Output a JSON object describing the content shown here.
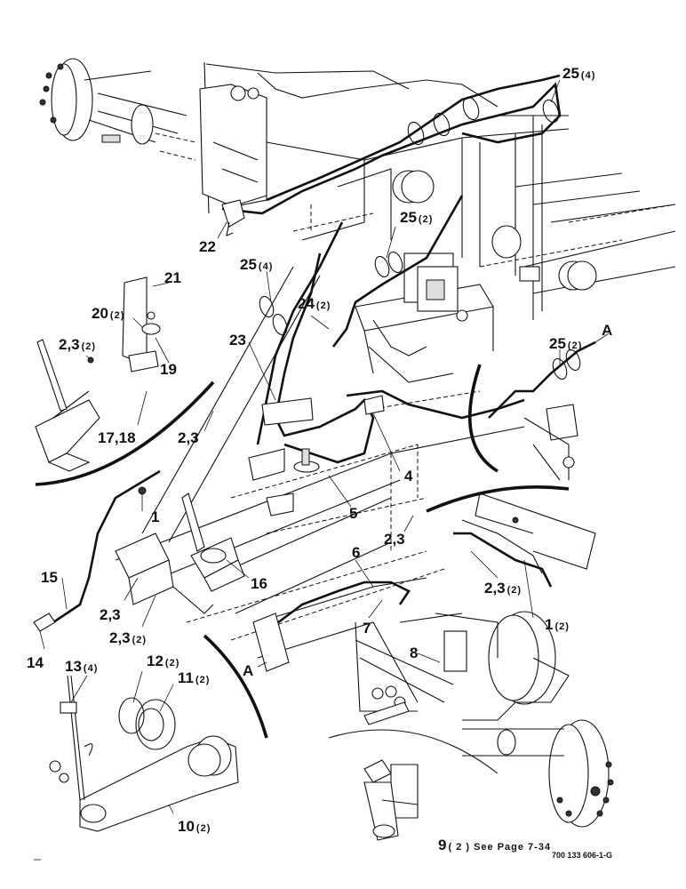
{
  "callouts": {
    "c25_4_top": {
      "num": "25",
      "qty": "(4)"
    },
    "c22": {
      "num": "22"
    },
    "c25_2_mid": {
      "num": "25",
      "qty": "(2)"
    },
    "c25_4_left": {
      "num": "25",
      "qty": "(4)"
    },
    "c24_2": {
      "num": "24",
      "qty": "(2)"
    },
    "c21": {
      "num": "21"
    },
    "c20_2": {
      "num": "20",
      "qty": "(2)"
    },
    "c23": {
      "num": "23"
    },
    "c2_3_2_left": {
      "num": "2,3",
      "qty": "(2)"
    },
    "c19": {
      "num": "19"
    },
    "cA_right": {
      "num": "A"
    },
    "c25_2_right": {
      "num": "25",
      "qty": "(2)"
    },
    "c17_18": {
      "num": "17,18"
    },
    "c2_3_upper": {
      "num": "2,3"
    },
    "c4": {
      "num": "4"
    },
    "c1": {
      "num": "1"
    },
    "c5": {
      "num": "5"
    },
    "c2_3_center": {
      "num": "2,3"
    },
    "c6": {
      "num": "6"
    },
    "c15": {
      "num": "15"
    },
    "c16": {
      "num": "16"
    },
    "c2_3_2_right": {
      "num": "2,3",
      "qty": "(2)"
    },
    "c2_3_lower": {
      "num": "2,3"
    },
    "c7": {
      "num": "7"
    },
    "c1_2": {
      "num": "1",
      "qty": "(2)"
    },
    "c2_3_2_bottom": {
      "num": "2,3",
      "qty": "(2)"
    },
    "c8": {
      "num": "8"
    },
    "cA_left": {
      "num": "A"
    },
    "c14": {
      "num": "14"
    },
    "c13_4": {
      "num": "13",
      "qty": "(4)"
    },
    "c12_2": {
      "num": "12",
      "qty": "(2)"
    },
    "c11_2": {
      "num": "11",
      "qty": "(2)"
    },
    "c10_2": {
      "num": "10",
      "qty": "(2)"
    },
    "c9_2": {
      "num": "9",
      "qty": "( 2 ) See Page 7-34"
    }
  },
  "footer": {
    "drawing_number": "700 133 606-1-G"
  },
  "colors": {
    "ink": "#111111",
    "paper": "#ffffff"
  }
}
